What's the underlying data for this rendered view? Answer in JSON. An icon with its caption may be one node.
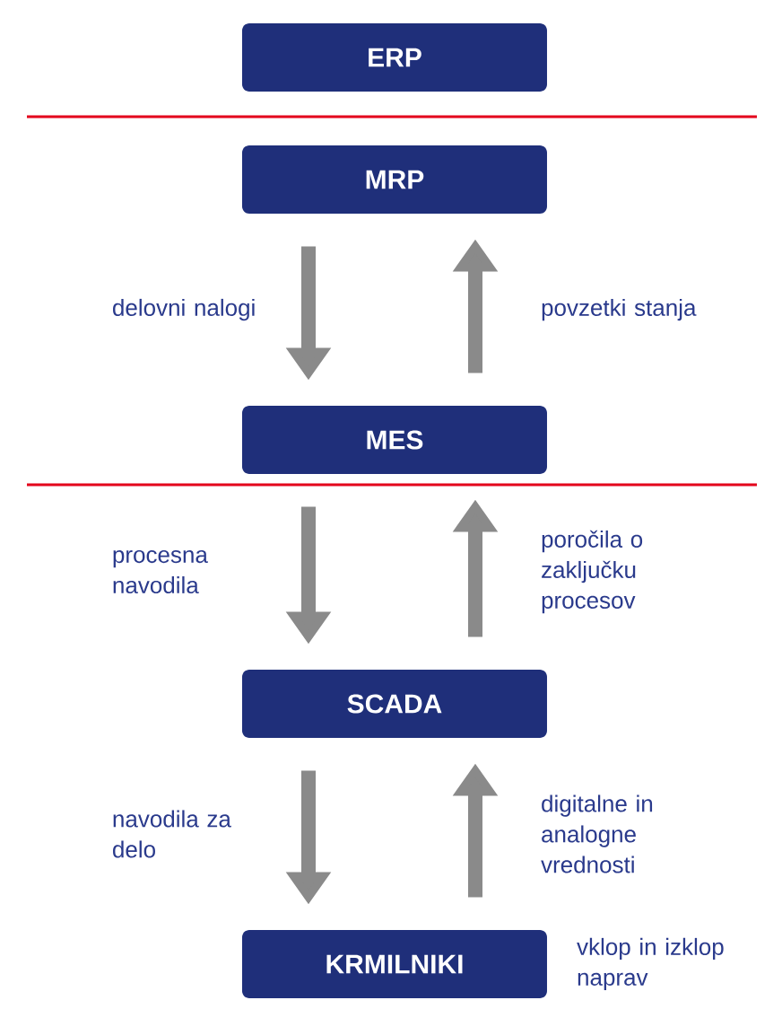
{
  "diagram": {
    "nodes": [
      {
        "text": [
          "ERP"
        ]
      },
      {
        "text": [
          "MRP"
        ]
      },
      {
        "text": [
          "MES"
        ]
      },
      {
        "text": [
          "SCADA"
        ]
      },
      {
        "text": [
          "KRMILNIKI"
        ],
        "beside": [
          "vklop in izklop naprav"
        ]
      }
    ],
    "edges": [
      {
        "from": 1,
        "to": 2,
        "arrow": "to",
        "label": "delovni nalogi"
      },
      {
        "from": 2,
        "to": 1,
        "arrow": "to",
        "label": "povzetki stanja"
      },
      {
        "from": 2,
        "to": 3,
        "arrow": "to",
        "label": "procesna navodila"
      },
      {
        "from": 3,
        "to": 2,
        "arrow": "to",
        "label": "poročila o zaključku procesov"
      },
      {
        "from": 3,
        "to": 4,
        "arrow": "to",
        "label": "navodila za delo"
      },
      {
        "from": 4,
        "to": 3,
        "arrow": "to",
        "label": "digitalne in analogne vrednosti"
      }
    ]
  }
}
